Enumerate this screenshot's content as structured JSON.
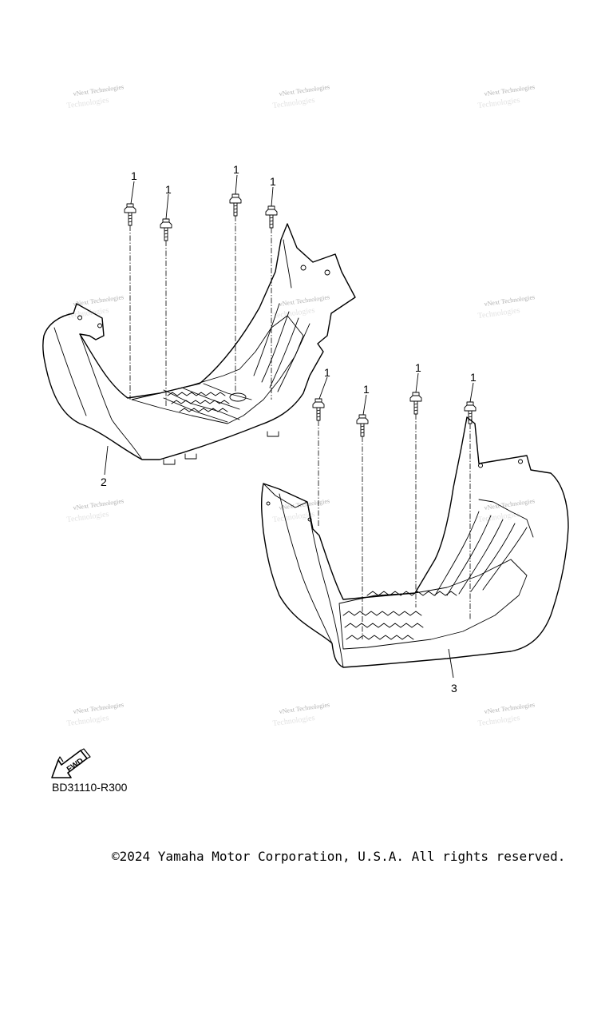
{
  "diagram": {
    "callouts": {
      "bolt_1": "1",
      "bolt_2": "1",
      "bolt_3": "1",
      "bolt_4": "1",
      "bolt_5": "1",
      "bolt_6": "1",
      "bolt_7": "1",
      "bolt_8": "1",
      "part_left": "2",
      "part_right": "3"
    },
    "fwd_label": "FWD",
    "code": "BD31110-R300",
    "watermark_line1": "vNext Technologies",
    "watermark_line2": "Technologies",
    "copyright": "©2024 Yamaha Motor Corporation, U.S.A. All rights reserved."
  }
}
